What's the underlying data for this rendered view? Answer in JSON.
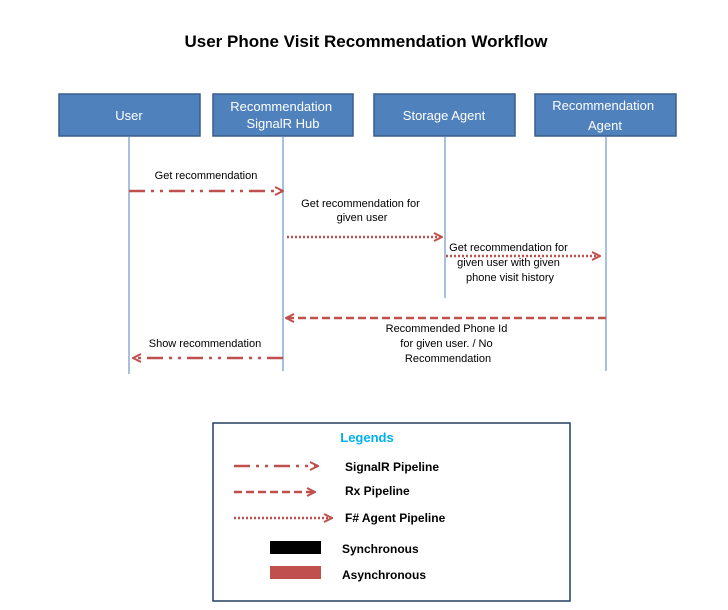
{
  "title": "User Phone Visit Recommendation Workflow",
  "colors": {
    "actor_fill": "#4F81BD",
    "actor_border": "#385D8A",
    "arrow": "#C0504D",
    "lifeline": "#4F81BD",
    "legend_title": "#00B0F0",
    "legend_border": "#243F60",
    "synchronous": "#000000",
    "asynchronous": "#C0504D"
  },
  "actors": {
    "user": {
      "lines": [
        "User"
      ]
    },
    "hub": {
      "lines": [
        "Recommendation",
        "SignalR Hub"
      ]
    },
    "storage": {
      "lines": [
        "Storage Agent"
      ]
    },
    "agent": {
      "lines": [
        "Recommendation",
        "Agent"
      ]
    }
  },
  "messages": {
    "get_recommendation": {
      "from": "user",
      "to": "hub",
      "style": "signalr",
      "lines": [
        "Get recommendation"
      ]
    },
    "get_recommendation_for_user": {
      "from": "hub",
      "to": "storage",
      "style": "fsharp",
      "lines": [
        "Get recommendation for",
        "given user"
      ]
    },
    "get_recommendation_with_history": {
      "from": "storage",
      "to": "agent",
      "style": "fsharp",
      "lines": [
        "Get recommendation for",
        "given user with given",
        "phone visit history"
      ]
    },
    "recommended_phone": {
      "from": "agent",
      "to": "hub",
      "style": "rx",
      "lines": [
        "Recommended Phone Id",
        "for given user.  / No",
        "Recommendation"
      ]
    },
    "show_recommendation": {
      "from": "hub",
      "to": "user",
      "style": "signalr",
      "lines": [
        "Show recommendation"
      ]
    }
  },
  "legend": {
    "title": "Legends",
    "signalr": "SignalR Pipeline",
    "rx": "Rx Pipeline",
    "fsharp": "F# Agent Pipeline",
    "synchronous": "Synchronous",
    "asynchronous": "Asynchronous"
  }
}
